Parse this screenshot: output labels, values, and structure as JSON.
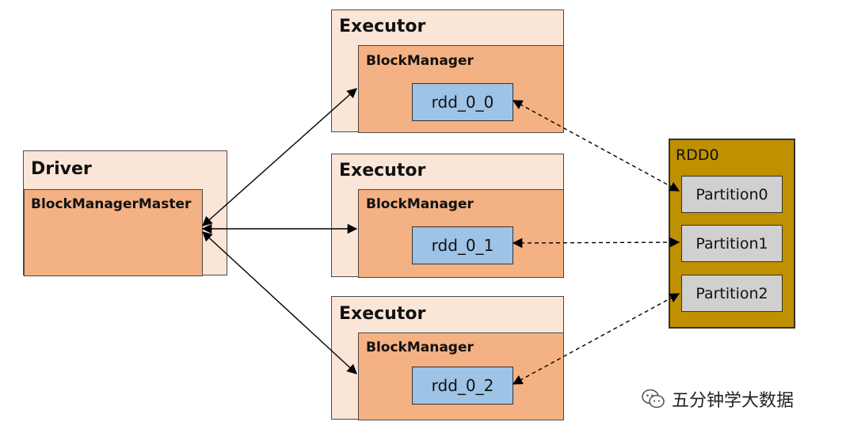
{
  "driver": {
    "title": "Driver",
    "master_label": "BlockManagerMaster"
  },
  "executors": [
    {
      "title": "Executor",
      "manager_label": "BlockManager",
      "block_label": "rdd_0_0"
    },
    {
      "title": "Executor",
      "manager_label": "BlockManager",
      "block_label": "rdd_0_1"
    },
    {
      "title": "Executor",
      "manager_label": "BlockManager",
      "block_label": "rdd_0_2"
    }
  ],
  "rdd": {
    "title": "RDD0",
    "partitions": [
      "Partition0",
      "Partition1",
      "Partition2"
    ]
  },
  "watermark": {
    "text": "五分钟学大数据"
  },
  "colors": {
    "outer_fill": "#fbe5d6",
    "manager_fill": "#f4b183",
    "block_fill": "#9dc3e6",
    "rdd_fill": "#bf9000",
    "partition_fill": "#d0d0d0"
  }
}
